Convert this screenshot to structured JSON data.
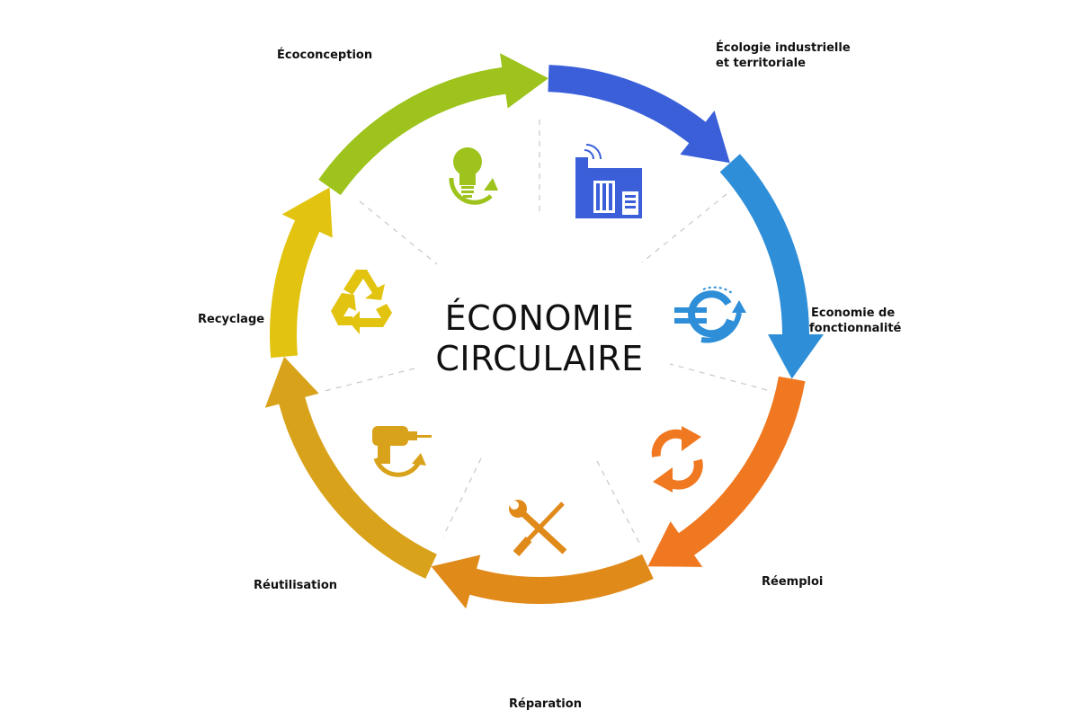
{
  "title": {
    "line1": "ÉCONOMIE",
    "line2": "CIRCULAIRE"
  },
  "stages": [
    {
      "key": "ecoconception",
      "label": "Écoconception",
      "icon": "lightbulb-icon",
      "color": "#9DC31C"
    },
    {
      "key": "ecologie",
      "label_line1": "Écologie industrielle",
      "label_line2": "et territoriale",
      "icon": "factory-icon",
      "color": "#3A5FD9"
    },
    {
      "key": "fonctionnalite",
      "label_line1": "Economie de",
      "label_line2": "fonctionnalité",
      "icon": "euro-cycle-icon",
      "color": "#2E8FD8"
    },
    {
      "key": "reemploi",
      "label": "Réemploi",
      "icon": "refresh-arrows-icon",
      "color": "#F07820"
    },
    {
      "key": "reparation",
      "label": "Réparation",
      "icon": "wrench-screwdriver-icon",
      "color": "#E08A1A"
    },
    {
      "key": "reutilisation",
      "label": "Réutilisation",
      "icon": "drill-icon",
      "color": "#D9A21B"
    },
    {
      "key": "recyclage",
      "label": "Recyclage",
      "icon": "recycle-icon",
      "color": "#E2C410"
    }
  ]
}
